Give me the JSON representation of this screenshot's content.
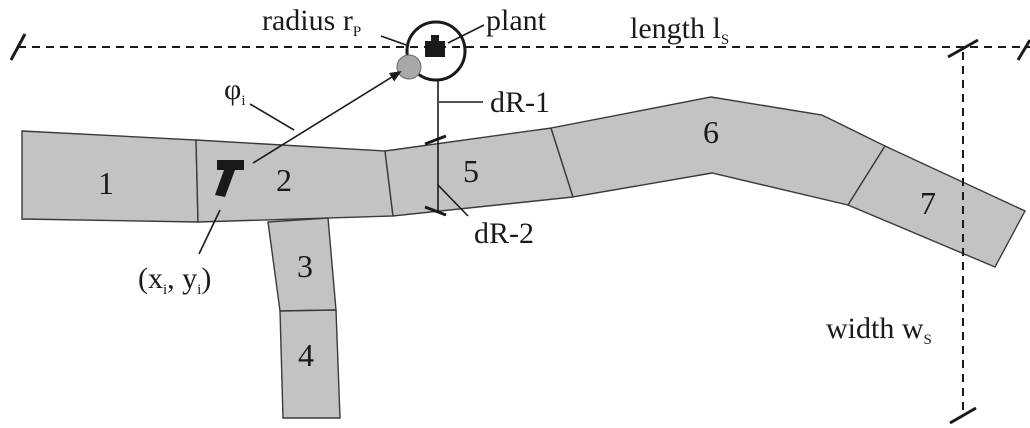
{
  "diagram": {
    "segments": [
      {
        "number": "1"
      },
      {
        "number": "2"
      },
      {
        "number": "3"
      },
      {
        "number": "4"
      },
      {
        "number": "5"
      },
      {
        "number": "6"
      },
      {
        "number": "7"
      }
    ],
    "labels": {
      "radius": "radius r",
      "radius_sub": "P",
      "plant": "plant",
      "length": "length l",
      "length_sub": "S",
      "phi": "φ",
      "phi_sub": "i",
      "dr1": "dR-1",
      "dr2": "dR-2",
      "coord_open": "(x",
      "coord_i1": "i",
      "coord_mid": ", y",
      "coord_i2": "i",
      "coord_close": ")",
      "width": "width w",
      "width_sub": "S"
    },
    "colors": {
      "segment_fill": "#c3c3c3",
      "plant_circle_fill": "#a8a8a8",
      "ink": "#1a1a1a"
    },
    "icons": [
      "plant-marker-icon",
      "source-marker-icon"
    ]
  }
}
